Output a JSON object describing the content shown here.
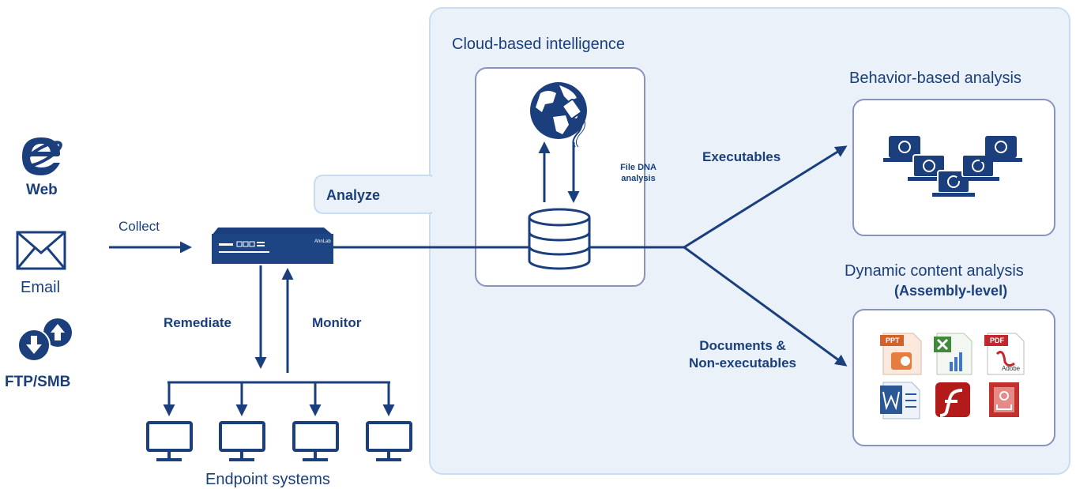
{
  "sources": [
    {
      "label": "Web",
      "icon": "internet-explorer-icon"
    },
    {
      "label": "Email",
      "icon": "envelope-icon"
    },
    {
      "label": "FTP/SMB",
      "icon": "download-upload-icon"
    }
  ],
  "flows": {
    "collect": "Collect",
    "remediate": "Remediate",
    "monitor": "Monitor",
    "analyze": "Analyze",
    "executables": "Executables",
    "documents_line1": "Documents &",
    "documents_line2": "Non-executables"
  },
  "appliance": {
    "brand": "AhnLab"
  },
  "endpoints": {
    "label": "Endpoint systems",
    "icon": "monitor-icon"
  },
  "cloud": {
    "title": "Cloud-based intelligence",
    "file_dna_line1": "File DNA",
    "file_dna_line2": "analysis"
  },
  "behavior": {
    "title": "Behavior-based analysis"
  },
  "dynamic": {
    "title_line1": "Dynamic content analysis",
    "title_line2": "(Assembly-level)",
    "file_labels": {
      "ppt": "PPT",
      "pdf": "PDF",
      "adobe": "Adobe"
    }
  },
  "colors": {
    "primary": "#1a3f7c",
    "panel_bg": "#eaf1f9",
    "panel_border": "#c9dcf0",
    "card_border": "#8a93bd"
  }
}
